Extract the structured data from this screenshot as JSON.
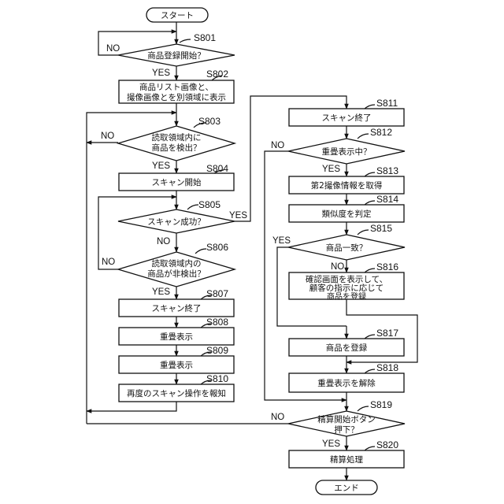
{
  "start": "スタート",
  "end": "エンド",
  "yes": "YES",
  "no": "NO",
  "steps": {
    "s801": {
      "id": "S801",
      "lines": [
        "商品登録開始？"
      ]
    },
    "s802": {
      "id": "S802",
      "lines": [
        "商品リスト画像と、",
        "撮像画像とを別領域に表示"
      ]
    },
    "s803": {
      "id": "S803",
      "lines": [
        "読取領域内に",
        "商品を検出？"
      ]
    },
    "s804": {
      "id": "S804",
      "lines": [
        "スキャン開始"
      ]
    },
    "s805": {
      "id": "S805",
      "lines": [
        "スキャン成功？"
      ]
    },
    "s806": {
      "id": "S806",
      "lines": [
        "読取領域内の",
        "商品が非検出？"
      ]
    },
    "s807": {
      "id": "S807",
      "lines": [
        "スキャン終了"
      ]
    },
    "s808": {
      "id": "S808",
      "lines": [
        "重畳表示"
      ]
    },
    "s809": {
      "id": "S809",
      "lines": [
        "重畳表示"
      ]
    },
    "s810": {
      "id": "S810",
      "lines": [
        "再度のスキャン操作を報知"
      ]
    },
    "s811": {
      "id": "S811",
      "lines": [
        "スキャン終了"
      ]
    },
    "s812": {
      "id": "S812",
      "lines": [
        "重畳表示中？"
      ]
    },
    "s813": {
      "id": "S813",
      "lines": [
        "第2撮像情報を取得"
      ]
    },
    "s814": {
      "id": "S814",
      "lines": [
        "類似度を判定"
      ]
    },
    "s815": {
      "id": "S815",
      "lines": [
        "商品一致？"
      ]
    },
    "s816": {
      "id": "S816",
      "lines": [
        "確認画面を表示して、",
        "顧客の指示に応じて",
        "商品を登録"
      ]
    },
    "s817": {
      "id": "S817",
      "lines": [
        "商品を登録"
      ]
    },
    "s818": {
      "id": "S818",
      "lines": [
        "重畳表示を解除"
      ]
    },
    "s819": {
      "id": "S819",
      "lines": [
        "精算開始ボタン",
        "押下？"
      ]
    },
    "s820": {
      "id": "S820",
      "lines": [
        "精算処理"
      ]
    }
  }
}
